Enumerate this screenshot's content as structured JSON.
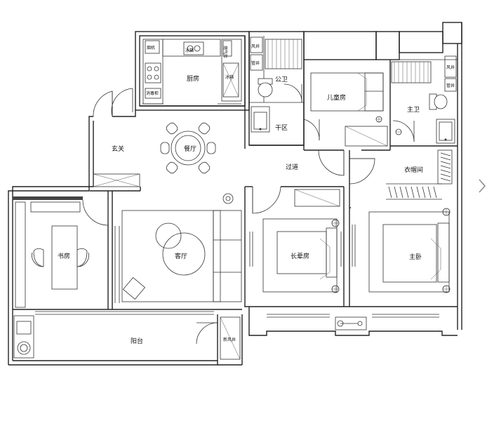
{
  "rooms": {
    "kitchen": "厨房",
    "fridge": "冰箱",
    "dining": "餐厅",
    "foyer": "玄关",
    "public_bath": "公卫",
    "dry_area": "干区",
    "kids_room": "儿童房",
    "master_bath": "主卫",
    "corridor": "过道",
    "walkin_closet": "衣帽间",
    "study": "书房",
    "living": "客厅",
    "elder_room": "长辈房",
    "master_bedroom": "主卧",
    "balcony": "阳台"
  },
  "small_labels": {
    "kitchen_appliance_1": "冰箱",
    "kitchen_appliance_2": "燃气灶",
    "kitchen_appliance_3": "烟机",
    "kitchen_appliance_4": "消毒柜",
    "bath_vent_1": "风井",
    "bath_vent_2": "管井",
    "bath_vent_3": "风井",
    "bath_vent_4": "管井",
    "balcony_vent": "新风井"
  },
  "colors": {
    "line": "#222222",
    "background": "#ffffff"
  },
  "icons": {
    "next": "chevron-right-icon"
  }
}
